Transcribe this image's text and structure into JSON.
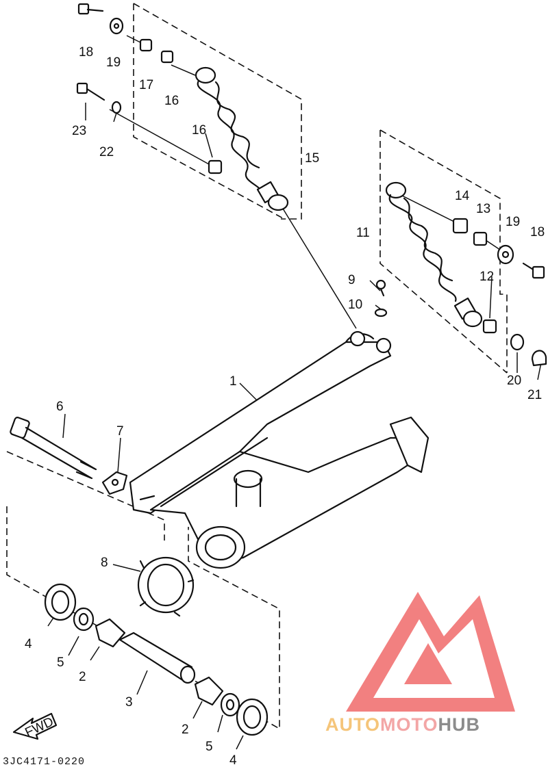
{
  "callouts": {
    "c1": "1",
    "c2a": "2",
    "c2b": "2",
    "c3": "3",
    "c4a": "4",
    "c4b": "4",
    "c5a": "5",
    "c5b": "5",
    "c6": "6",
    "c7": "7",
    "c8": "8",
    "c9": "9",
    "c10": "10",
    "c11": "11",
    "c12": "12",
    "c13": "13",
    "c14": "14",
    "c15": "15",
    "c16a": "16",
    "c16b": "16",
    "c17": "17",
    "c18a": "18",
    "c18b": "18",
    "c19a": "19",
    "c19b": "19",
    "c20": "20",
    "c21": "21",
    "c22": "22",
    "c23": "23"
  },
  "diagram_code": "3JC4171-0220",
  "fwd_label": "FWD",
  "watermark": {
    "part1": "AUTO",
    "part2": "MOTO",
    "part3": "HUB",
    "color1": "#f5c57a",
    "color2": "#f3a6a6",
    "color3": "#8c8c8c",
    "logo_color": "#f06b6b"
  }
}
